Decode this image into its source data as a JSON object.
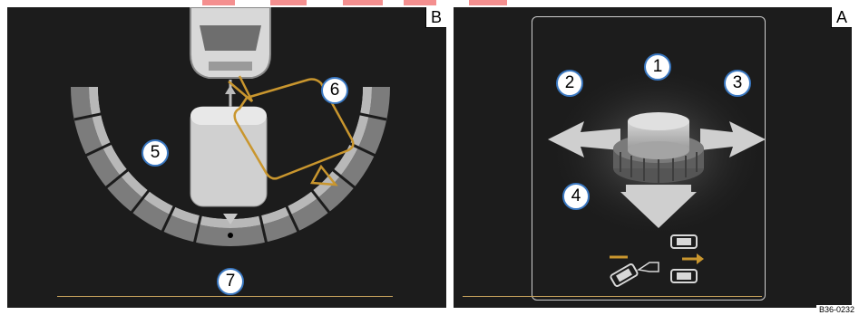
{
  "panels": {
    "left": {
      "letter": "B"
    },
    "right": {
      "letter": "A"
    }
  },
  "callouts": [
    "1",
    "2",
    "3",
    "4",
    "5",
    "6",
    "7"
  ],
  "figure_code": "B36-0232",
  "colors": {
    "background": "#1c1c1c",
    "callout_border": "#3a78c2",
    "callout_fill": "#ffffff",
    "highlight_outline": "#c9962e",
    "arrow_gray": "#cfcfcf",
    "arc_gray": "#8a8a8a",
    "divider": "#c5a15c",
    "watermark": "#f06a6a"
  },
  "icons": {
    "rear_view_car": "car-rear-icon",
    "trailer": "trailer-icon",
    "rotary_knob": "rotary-knob-icon",
    "parking_symbol": "parking-maneuver-icon"
  }
}
